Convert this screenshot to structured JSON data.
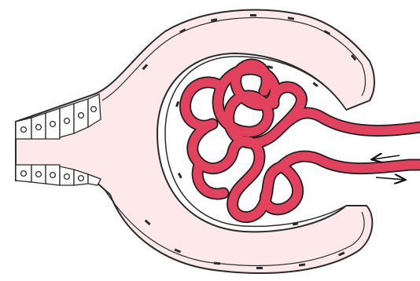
{
  "diagram": {
    "subject": "renal corpuscle",
    "colors": {
      "capsule_fill": "#fde9ea",
      "capsule_outline": "#2a2a2a",
      "vessel_fill": "#e3425e",
      "vessel_outline": "#1e1e1e",
      "space_fill": "#ffffff"
    },
    "parts": [
      {
        "id": "bowmans-capsule",
        "kind": "parietal epithelial layer"
      },
      {
        "id": "proximal-tubule",
        "kind": "tubule exiting capsule"
      },
      {
        "id": "glomerulus",
        "kind": "capillary tuft"
      },
      {
        "id": "afferent-arteriole",
        "kind": "vessel, flow inward"
      },
      {
        "id": "efferent-arteriole",
        "kind": "vessel, flow outward"
      }
    ],
    "arrows": [
      {
        "id": "flow-in-arrow",
        "direction": "left"
      },
      {
        "id": "flow-out-arrow",
        "direction": "right"
      }
    ]
  }
}
